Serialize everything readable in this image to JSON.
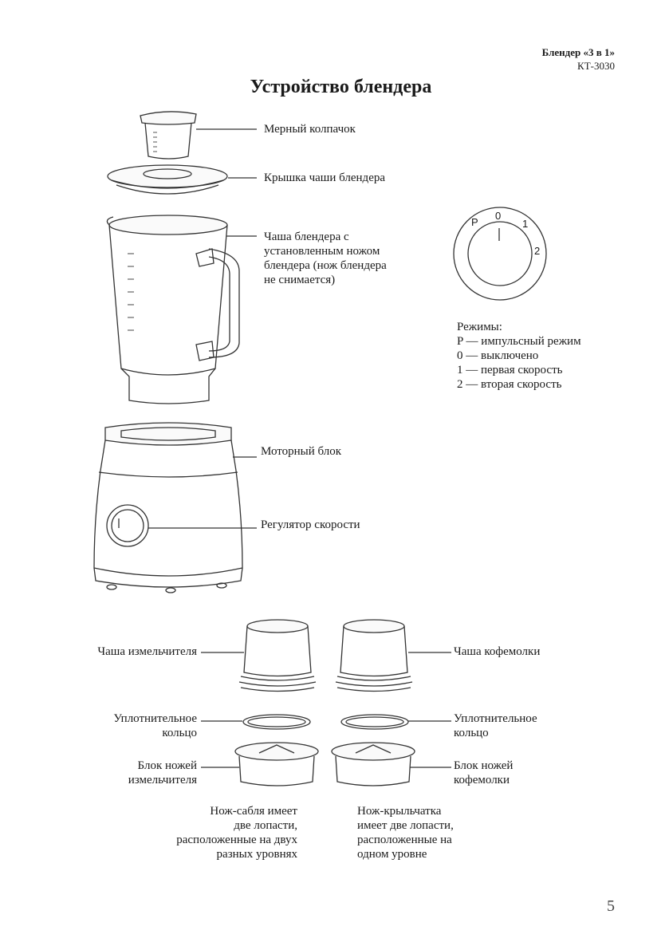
{
  "header": {
    "product": "Блендер «3 в 1»",
    "model": "КТ-3030"
  },
  "title": "Устройство блендера",
  "labels": {
    "measuring_cap": "Мерный колпачок",
    "jar_lid": "Крышка чаши блендера",
    "jar": [
      "Чаша блендера с",
      "установленным ножом",
      "блендера (нож блендера",
      "не снимается)"
    ],
    "motor_unit": "Моторный блок",
    "speed_regulator": "Регулятор скорости",
    "chopper_bowl": "Чаша измельчителя",
    "grinder_bowl": "Чаша кофемолки",
    "seal_ring_left": [
      "Уплотнительное",
      "кольцо"
    ],
    "seal_ring_right": [
      "Уплотнительное",
      "кольцо"
    ],
    "chopper_blade": [
      "Блок ножей",
      "измельчителя"
    ],
    "grinder_blade": [
      "Блок ножей",
      "кофемолки"
    ],
    "saber_note": [
      "Нож-сабля имеет",
      "две лопасти,",
      "расположенные на двух",
      "разных уровнях"
    ],
    "impeller_note": [
      "Нож-крыльчатка",
      "имеет две лопасти,",
      "расположенные на",
      "одном уровне"
    ]
  },
  "modes": {
    "heading": "Режимы:",
    "items": [
      "P — импульсный режим",
      "0 — выключено",
      "1 — первая скорость",
      "2 — вторая скорость"
    ]
  },
  "dial_marks": [
    "P",
    "0",
    "1",
    "2"
  ],
  "page_number": "5"
}
